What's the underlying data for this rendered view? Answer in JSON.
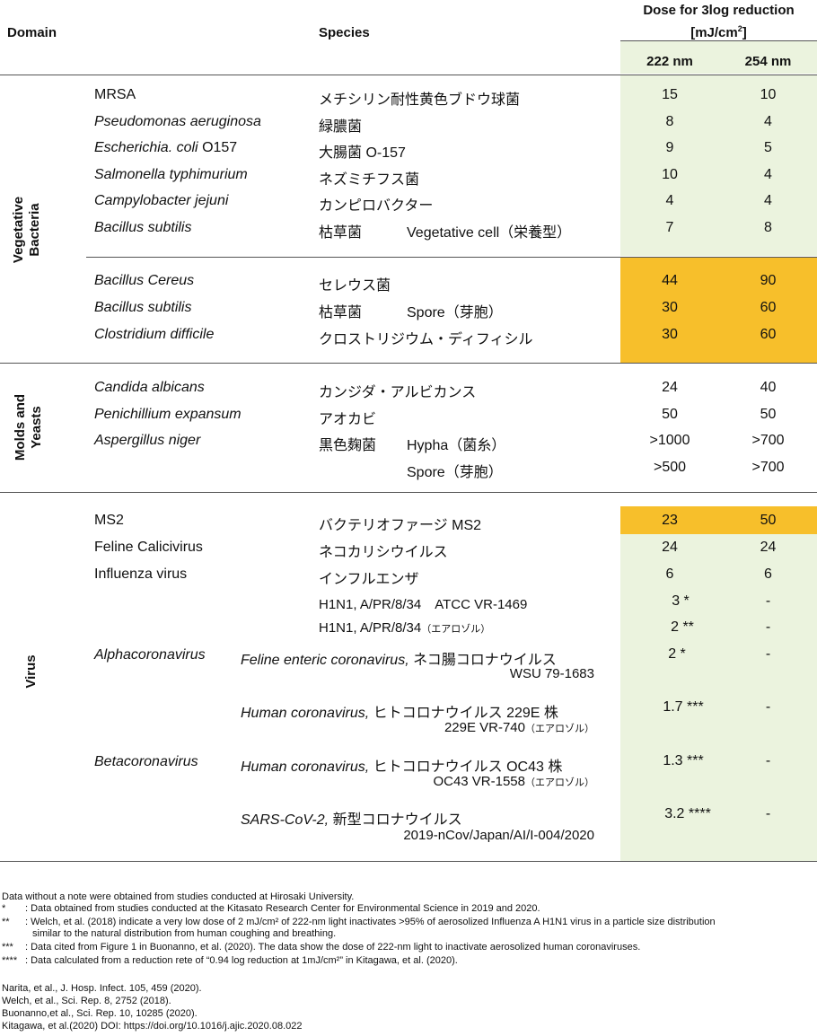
{
  "header": {
    "domain": "Domain",
    "species": "Species",
    "dose_line1": "Dose for 3log reduction",
    "dose_line2": "[mJ/cm",
    "dose_sup": "2",
    "dose_end": "]",
    "col222": "222 nm",
    "col254": "254 nm"
  },
  "colors": {
    "green": "#ebf3de",
    "orange": "#f7bf2b",
    "rule": "#555555"
  },
  "domains": {
    "vegetative": "Vegetative Bacteria",
    "molds": "Molds and Yeasts",
    "virus": "Virus"
  },
  "rows": {
    "mrsa": {
      "name": "MRSA",
      "jp": "メチシリン耐性黄色ブドウ球菌",
      "v222": "15",
      "v254": "10"
    },
    "pseudo": {
      "name": "Pseudomonas aeruginosa",
      "jp": "緑膿菌",
      "v222": "8",
      "v254": "4"
    },
    "ecoli": {
      "name": "Escherichia. coli",
      "name2": "O157",
      "jp": "大腸菌 O-157",
      "v222": "9",
      "v254": "5"
    },
    "salm": {
      "name": "Salmonella typhimurium",
      "jp": "ネズミチフス菌",
      "v222": "10",
      "v254": "4"
    },
    "campy": {
      "name": "Campylobacter jejuni",
      "jp": "カンピロバクター",
      "v222": "4",
      "v254": "4"
    },
    "bsub": {
      "name": "Bacillus subtilis",
      "jp": "枯草菌",
      "note": "Vegetative cell（栄養型）",
      "v222": "7",
      "v254": "8"
    },
    "bcer": {
      "name": "Bacillus Cereus",
      "jp": "セレウス菌",
      "v222": "44",
      "v254": "90"
    },
    "bsub_sp": {
      "name": "Bacillus subtilis",
      "jp": "枯草菌",
      "note": "Spore（芽胞）",
      "v222": "30",
      "v254": "60"
    },
    "cdiff": {
      "name": "Clostridium difficile",
      "jp": "クロストリジウム・ディフィシル",
      "v222": "30",
      "v254": "60"
    },
    "candida": {
      "name": "Candida albicans",
      "jp": "カンジダ・アルビカンス",
      "v222": "24",
      "v254": "40"
    },
    "penic": {
      "name": "Penichillium expansum",
      "jp": "アオカビ",
      "v222": "50",
      "v254": "50"
    },
    "asp": {
      "name": "Aspergillus niger",
      "jp": "黒色麹菌",
      "note": "Hypha（菌糸）",
      "v222": ">1000",
      "v254": ">700"
    },
    "asp_sp": {
      "note": "Spore（芽胞）",
      "v222": ">500",
      "v254": ">700"
    },
    "ms2": {
      "name": "MS2",
      "jp": "バクテリオファージ MS2",
      "v222": "23",
      "v254": "50"
    },
    "fcv": {
      "name": "Feline Calicivirus",
      "jp": "ネコカリシウイルス",
      "v222": "24",
      "v254": "24"
    },
    "flu": {
      "name": "Influenza virus",
      "jp": "インフルエンザ",
      "v222": "6",
      "v254": "6"
    },
    "h1n1a": {
      "strain": "H1N1, A/PR/8/34　ATCC VR-1469",
      "v222": "3 *",
      "v254": "-"
    },
    "h1n1b": {
      "strain": "H1N1, A/PR/8/34",
      "aer": "（エアロゾル）",
      "v222": "2 **",
      "v254": "-"
    },
    "fecv": {
      "genus": "Alphacoronavirus",
      "sp": "Feline enteric coronavirus,",
      "jp": "ネコ腸コロナウイルス",
      "strain": "WSU 79-1683",
      "v222": "2 *",
      "v254": "-"
    },
    "h229": {
      "sp": "Human coronavirus,",
      "jp": "ヒトコロナウイルス 229E 株",
      "strain": "229E VR-740",
      "aer": "（エアロゾル）",
      "v222": "1.7 ***",
      "v254": "-"
    },
    "oc43": {
      "genus": "Betacoronavirus",
      "sp": "Human coronavirus,",
      "jp": "ヒトコロナウイルス OC43 株",
      "strain": "OC43 VR-1558",
      "aer": "（エアロゾル）",
      "v222": "1.3 ***",
      "v254": "-"
    },
    "sars": {
      "sp": "SARS-CoV-2,",
      "jp": "新型コロナウイルス",
      "strain": "2019-nCov/Japan/AI/I-004/2020",
      "v222": "3.2 ****",
      "v254": "-"
    }
  },
  "notes": {
    "n0": "Data without a note were obtained from studies conducted at Hirosaki University.",
    "m1": "*",
    "n1": ": Data obtained from studies conducted at the Kitasato Research Center for Environmental Science in 2019 and 2020.",
    "m2": "**",
    "n2a": ": Welch, et al. (2018) indicate a very low dose of 2 mJ/cm² of 222-nm light inactivates >95% of aerosolized Influenza A H1N1 virus in a particle size distribution",
    "n2b": "similar to the natural distribution from human coughing and breathing.",
    "m3": "***",
    "n3": ": Data cited from Figure 1 in Buonanno, et al. (2020). The data show the dose of 222-nm light to inactivate aerosolized human coronaviruses.",
    "m4": "****",
    "n4": ": Data calculated from a reduction rete of “0.94 log reduction at 1mJ/cm²” in Kitagawa, et al. (2020).",
    "r1": "Narita, et al., J. Hosp. Infect. 105, 459 (2020).",
    "r2": "Welch, et al., Sci. Rep. 8, 2752 (2018).",
    "r3": "Buonanno,et al., Sci. Rep. 10, 10285 (2020).",
    "r4": "Kitagawa, et al.(2020) DOI: https://doi.org/10.1016/j.ajic.2020.08.022"
  }
}
